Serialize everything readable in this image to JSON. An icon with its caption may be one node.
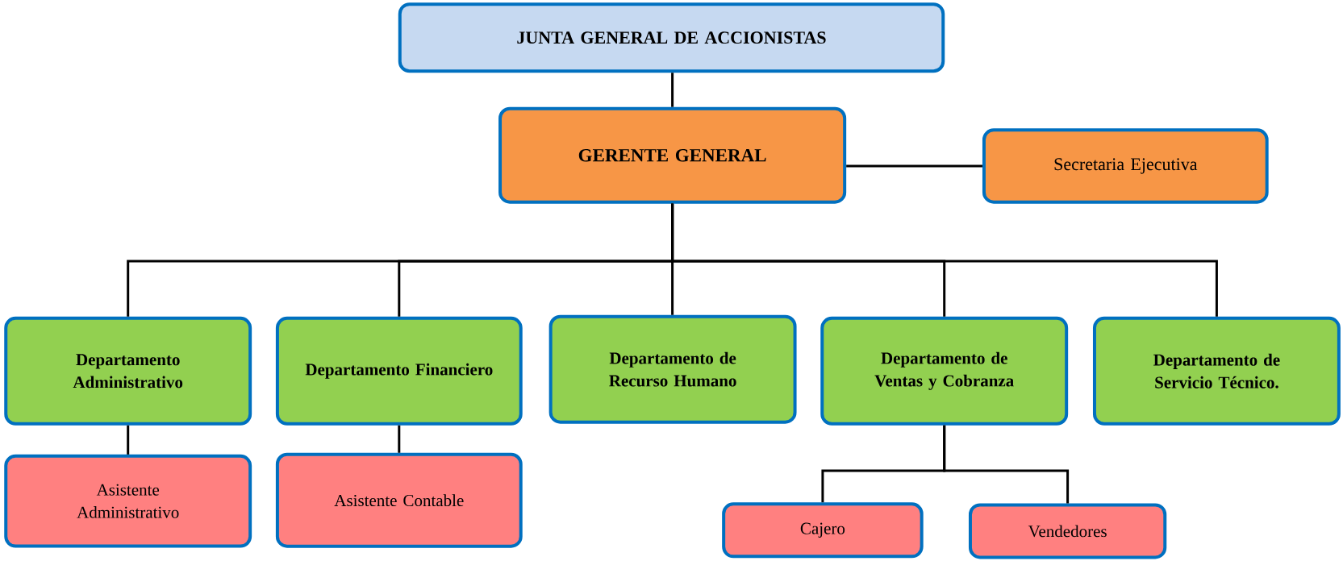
{
  "diagram": {
    "nodes": [
      {
        "text": [
          "JUNTA GENERAL DE ACCIONISTAS"
        ]
      },
      {
        "text": [
          "GERENTE GENERAL"
        ]
      },
      {
        "text": [
          "Secretaria Ejecutiva"
        ]
      },
      {
        "text": [
          "Departamento Administrativo"
        ]
      },
      {
        "text": [
          "Departamento Financiero"
        ]
      },
      {
        "text": [
          "Departamento de Recurso Humano"
        ]
      },
      {
        "text": [
          "Departamento de Ventas y Cobranza"
        ]
      },
      {
        "text": [
          "Departamento de Servicio Técnico."
        ]
      },
      {
        "text": [
          "Asistente Administrativo"
        ]
      },
      {
        "text": [
          "Asistente Contable"
        ]
      },
      {
        "text": [
          "Cajero"
        ]
      },
      {
        "text": [
          "Vendedores"
        ]
      }
    ],
    "edges": [
      {
        "from": 0,
        "to": 1,
        "arrow": "none"
      },
      {
        "from": 1,
        "to": 2,
        "arrow": "none"
      },
      {
        "from": 1,
        "to": 3,
        "arrow": "none"
      },
      {
        "from": 1,
        "to": 4,
        "arrow": "none"
      },
      {
        "from": 1,
        "to": 5,
        "arrow": "none"
      },
      {
        "from": 1,
        "to": 6,
        "arrow": "none"
      },
      {
        "from": 1,
        "to": 7,
        "arrow": "none"
      },
      {
        "from": 3,
        "to": 8,
        "arrow": "none"
      },
      {
        "from": 4,
        "to": 9,
        "arrow": "none"
      },
      {
        "from": 6,
        "to": 10,
        "arrow": "none"
      },
      {
        "from": 6,
        "to": 11,
        "arrow": "none"
      }
    ]
  }
}
